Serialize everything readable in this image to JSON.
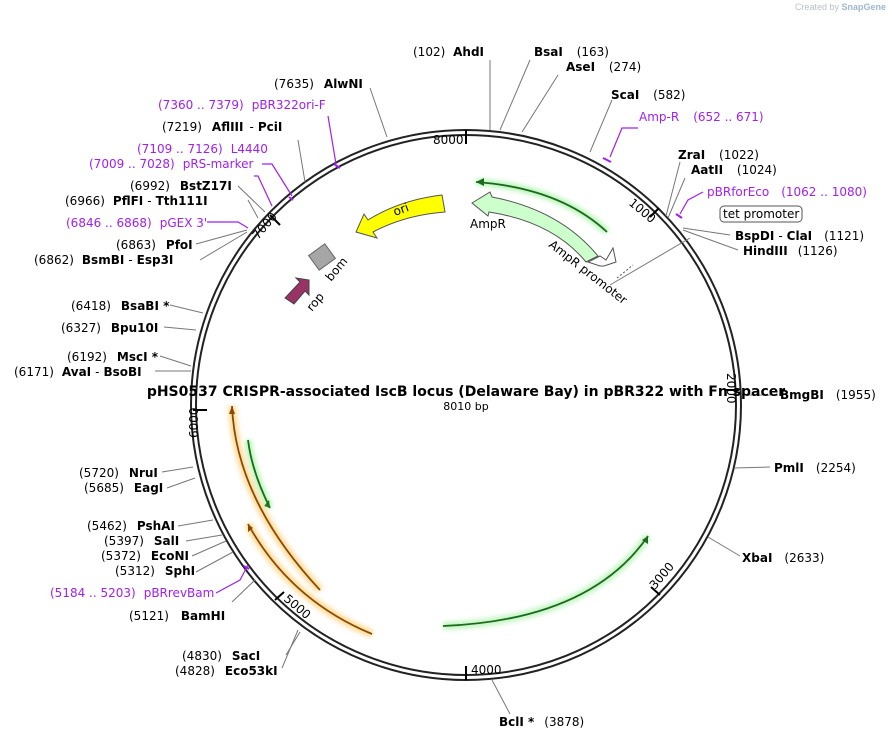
{
  "credit": {
    "prefix": "Created by",
    "brand": "SnapGene"
  },
  "plasmid": {
    "title": "pHS0537 CRISPR-associated IscB locus (Delaware Bay) in pBR322 with Fn spacer",
    "length_text": "8010 bp"
  },
  "ticks": [
    {
      "id": "8000",
      "text": "8000"
    },
    {
      "id": "1000",
      "text": "1000"
    },
    {
      "id": "2000",
      "text": "2000"
    },
    {
      "id": "3000",
      "text": "3000"
    },
    {
      "id": "4000",
      "text": "4000"
    },
    {
      "id": "5000",
      "text": "5000"
    },
    {
      "id": "6000",
      "text": "6000"
    },
    {
      "id": "7000",
      "text": "7000"
    }
  ],
  "sites": [
    {
      "id": "ahdi",
      "pos": "(102)",
      "name": "AhdI"
    },
    {
      "id": "bsai",
      "pos": "(163)",
      "name": "BsaI"
    },
    {
      "id": "asei",
      "pos": "(274)",
      "name": "AseI"
    },
    {
      "id": "scai",
      "pos": "(582)",
      "name": "ScaI"
    },
    {
      "id": "zrai",
      "pos": "(1022)",
      "name": "ZraI"
    },
    {
      "id": "aatii",
      "pos": "(1024)",
      "name": "AatII"
    },
    {
      "id": "bspdi",
      "pos": "(1121)",
      "name": "BspDI",
      "alt": "ClaI"
    },
    {
      "id": "hindiii",
      "pos": "(1126)",
      "name": "HindIII"
    },
    {
      "id": "bmgbi",
      "pos": "(1955)",
      "name": "BmgBI"
    },
    {
      "id": "pmli",
      "pos": "(2254)",
      "name": "PmlI"
    },
    {
      "id": "xbai",
      "pos": "(2633)",
      "name": "XbaI"
    },
    {
      "id": "bcli",
      "pos": "(3878)",
      "name": "BclI *"
    },
    {
      "id": "saci",
      "pos": "(4830)",
      "name": "SacI"
    },
    {
      "id": "eco53ki",
      "pos": "(4828)",
      "name": "Eco53kI"
    },
    {
      "id": "bamhi",
      "pos": "(5121)",
      "name": "BamHI"
    },
    {
      "id": "sphi",
      "pos": "(5312)",
      "name": "SphI"
    },
    {
      "id": "econi",
      "pos": "(5372)",
      "name": "EcoNI"
    },
    {
      "id": "sali",
      "pos": "(5397)",
      "name": "SalI"
    },
    {
      "id": "pshai",
      "pos": "(5462)",
      "name": "PshAI"
    },
    {
      "id": "eagi",
      "pos": "(5685)",
      "name": "EagI"
    },
    {
      "id": "nrui",
      "pos": "(5720)",
      "name": "NruI"
    },
    {
      "id": "avai",
      "pos": "(6171)",
      "name": "AvaI",
      "alt": "BsoBI"
    },
    {
      "id": "msci",
      "pos": "(6192)",
      "name": "MscI *"
    },
    {
      "id": "bpu10i",
      "pos": "(6327)",
      "name": "Bpu10I"
    },
    {
      "id": "bsabi",
      "pos": "(6418)",
      "name": "BsaBI *"
    },
    {
      "id": "bsmbi",
      "pos": "(6862)",
      "name": "BsmBI",
      "alt": "Esp3I"
    },
    {
      "id": "pfoi",
      "pos": "(6863)",
      "name": "PfoI"
    },
    {
      "id": "pflfi",
      "pos": "(6966)",
      "name": "PflFI",
      "alt": "Tth111I"
    },
    {
      "id": "bstz17i",
      "pos": "(6992)",
      "name": "BstZ17I"
    },
    {
      "id": "afliii",
      "pos": "(7219)",
      "name": "AflIII",
      "alt": "PciI"
    },
    {
      "id": "alwni",
      "pos": "(7635)",
      "name": "AlwNI"
    }
  ],
  "primers": [
    {
      "id": "ampr",
      "range": "",
      "name": "Amp-R",
      "range2": "(652 .. 671)"
    },
    {
      "id": "pbrforeco",
      "name": "pBRforEco",
      "range": "(1062 .. 1080)"
    },
    {
      "id": "pbr322ori",
      "range": "(7360 .. 7379)",
      "name": "pBR322ori-F"
    },
    {
      "id": "l4440",
      "range": "(7109 .. 7126)",
      "name": "L4440"
    },
    {
      "id": "prsmarker",
      "range": "(7009 .. 7028)",
      "name": "pRS-marker"
    },
    {
      "id": "pgex3",
      "range": "(6846 .. 6868)",
      "name": "pGEX 3'"
    },
    {
      "id": "pbrrevbam",
      "range": "(5184 .. 5203)",
      "name": "pBRrevBam"
    }
  ],
  "features": {
    "ori": "ori",
    "ampr": "AmpR",
    "ampr_promoter": "AmpR promoter",
    "bom": "bom",
    "rop": "rop",
    "tet_promoter": "tet promoter"
  },
  "colors": {
    "ori": "#ffff00",
    "ampr": "#ccffcc",
    "rop": "#993366",
    "bom": "#a6a6a6",
    "primer": "#a020f0",
    "orf_green": "#228b22",
    "orf_orange": "#cc6600"
  }
}
